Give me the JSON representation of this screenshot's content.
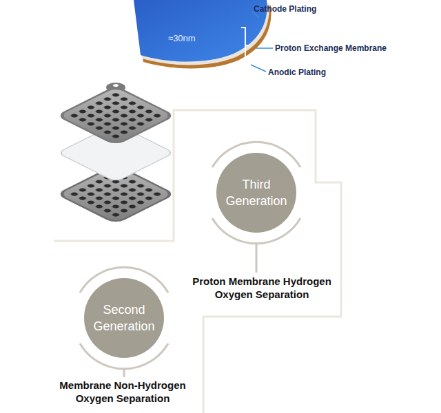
{
  "diagram": {
    "nodes": [
      {
        "text": [
          "Third Generation",
          "Proton Membrane Hydrogen Oxygen Separation"
        ]
      },
      {
        "text": [
          "Second Generation",
          "Membrane Non-Hydrogen Oxygen Separation"
        ]
      }
    ],
    "labels": [
      "≈30nm",
      "Cathode Plating",
      "Proton Exchange Membrane",
      "Anodic Plating"
    ]
  }
}
